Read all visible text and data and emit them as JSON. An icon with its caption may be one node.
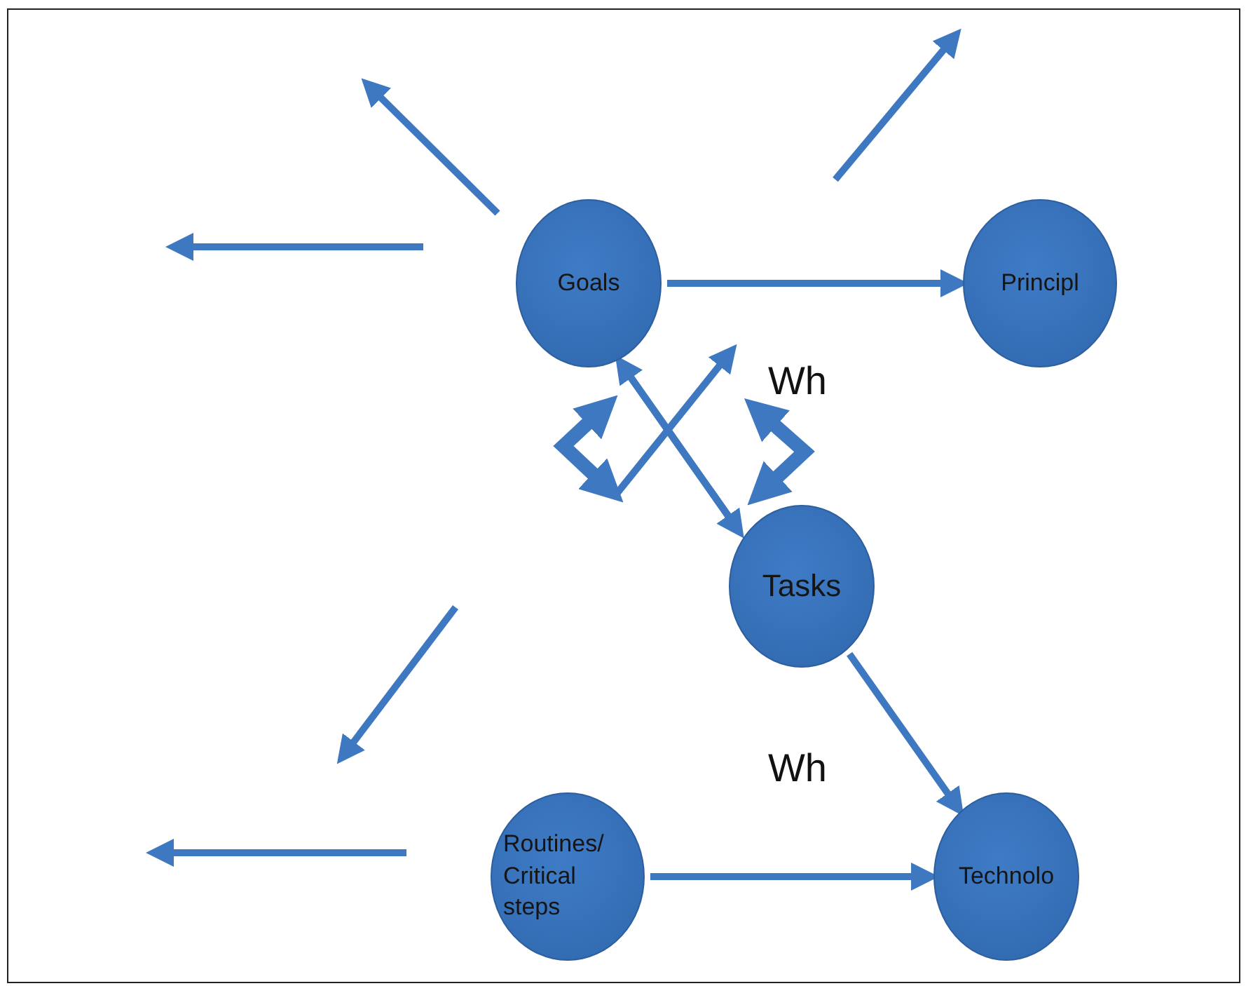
{
  "diagram": {
    "nodes": [
      {
        "text": [
          "Goals"
        ]
      },
      {
        "text": [
          "Principl"
        ]
      },
      {
        "text": [
          "Tasks"
        ]
      },
      {
        "text": [
          "Routines/ Critical steps"
        ]
      },
      {
        "text": [
          "Technolo"
        ]
      }
    ],
    "edges": [
      {
        "from": 0,
        "to": 1,
        "arrow": "to"
      },
      {
        "from": 0,
        "to": 2,
        "arrow": "to"
      },
      {
        "from": 2,
        "to": 0,
        "arrow": "to"
      },
      {
        "from": 2,
        "to": 4,
        "arrow": "to"
      },
      {
        "from": 3,
        "to": 4,
        "arrow": "to"
      }
    ],
    "labels": [
      "Wh",
      "Wh"
    ]
  }
}
